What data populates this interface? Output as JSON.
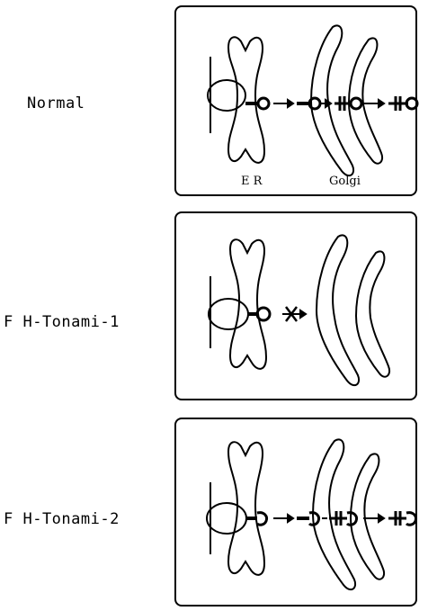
{
  "panels": [
    {
      "label": "Normal",
      "er_label": "E R",
      "golgi_label": "Golgi",
      "variant": "normal"
    },
    {
      "label": "F H-Tonami-1",
      "er_label": "",
      "golgi_label": "",
      "variant": "blocked"
    },
    {
      "label": "F H-Tonami-2",
      "er_label": "",
      "golgi_label": "",
      "variant": "hooked"
    }
  ]
}
